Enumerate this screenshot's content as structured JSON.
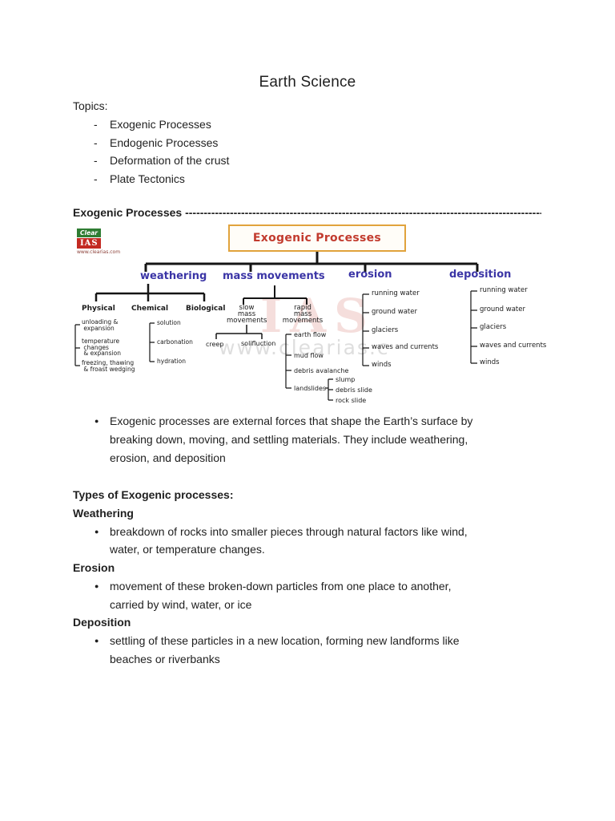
{
  "doc": {
    "title": "Earth Science",
    "topics_label": "Topics:",
    "list_dash": "-",
    "bullet_glyph": "●",
    "topics": [
      "Exogenic Processes",
      "Endogenic Processes",
      "Deformation of the crust",
      "Plate Tectonics"
    ],
    "section": {
      "heading": "Exogenic Processes ",
      "dashes": "--------------------------------------------------------------------------------------------------------"
    },
    "intro_bullet": {
      "lines": [
        "Exogenic processes are external forces that shape the Earth’s surface by",
        "breaking down, moving, and settling materials. They include weathering,",
        "erosion, and deposition"
      ]
    },
    "types": {
      "heading": "Types of Exogenic processes:",
      "items": [
        {
          "term": "Weathering",
          "lines": [
            "breakdown of rocks into smaller pieces through natural factors like wind,",
            "water, or temperature changes."
          ]
        },
        {
          "term": "Erosion",
          "lines": [
            "movement of these broken-down particles from one place to another,",
            "carried by wind, water, or ice"
          ]
        },
        {
          "term": "Deposition",
          "lines": [
            "settling of these particles in a new location, forming new landforms like",
            "beaches or riverbanks"
          ]
        }
      ]
    }
  },
  "diagram": {
    "logo": {
      "top": "Clear",
      "name": "IAS",
      "url": "www.clearias.com"
    },
    "root": "Exogenic Processes",
    "categories": {
      "weathering": "weathering",
      "mass_movements": "mass movements",
      "erosion": "erosion",
      "deposition": "deposition"
    },
    "weathering": {
      "children": [
        "Physical",
        "Chemical",
        "Biological"
      ],
      "physical_items": [
        "unloading &\n expansion",
        "temperature\n changes\n & expansion",
        "freezing, thawing\n & froast wedging"
      ],
      "chemical_items": [
        "solution",
        "carbonation",
        "hydration"
      ]
    },
    "mass_movements": {
      "slow_label": "slow\nmass\nmovements",
      "rapid_label": "rapid\nmass\nmovements",
      "slow_items": [
        "creep",
        "solifluction"
      ],
      "rapid_items": [
        "earth flow",
        "mud flow",
        "debris avalanche",
        "landslides"
      ],
      "landslides_items": [
        "slump",
        "debris slide",
        "rock slide"
      ]
    },
    "erosion_items": [
      "running water",
      "ground water",
      "glaciers",
      "waves and currents",
      "winds"
    ],
    "deposition_items": [
      "running water",
      "ground water",
      "glaciers",
      "waves and currents",
      "winds"
    ],
    "watermark": {
      "ias": "IAS",
      "url": "www.clearias.c"
    },
    "colors": {
      "root_border": "#e1a33c",
      "root_text": "#c23b2e",
      "category_text": "#3b35a6",
      "line": "#151515"
    }
  }
}
